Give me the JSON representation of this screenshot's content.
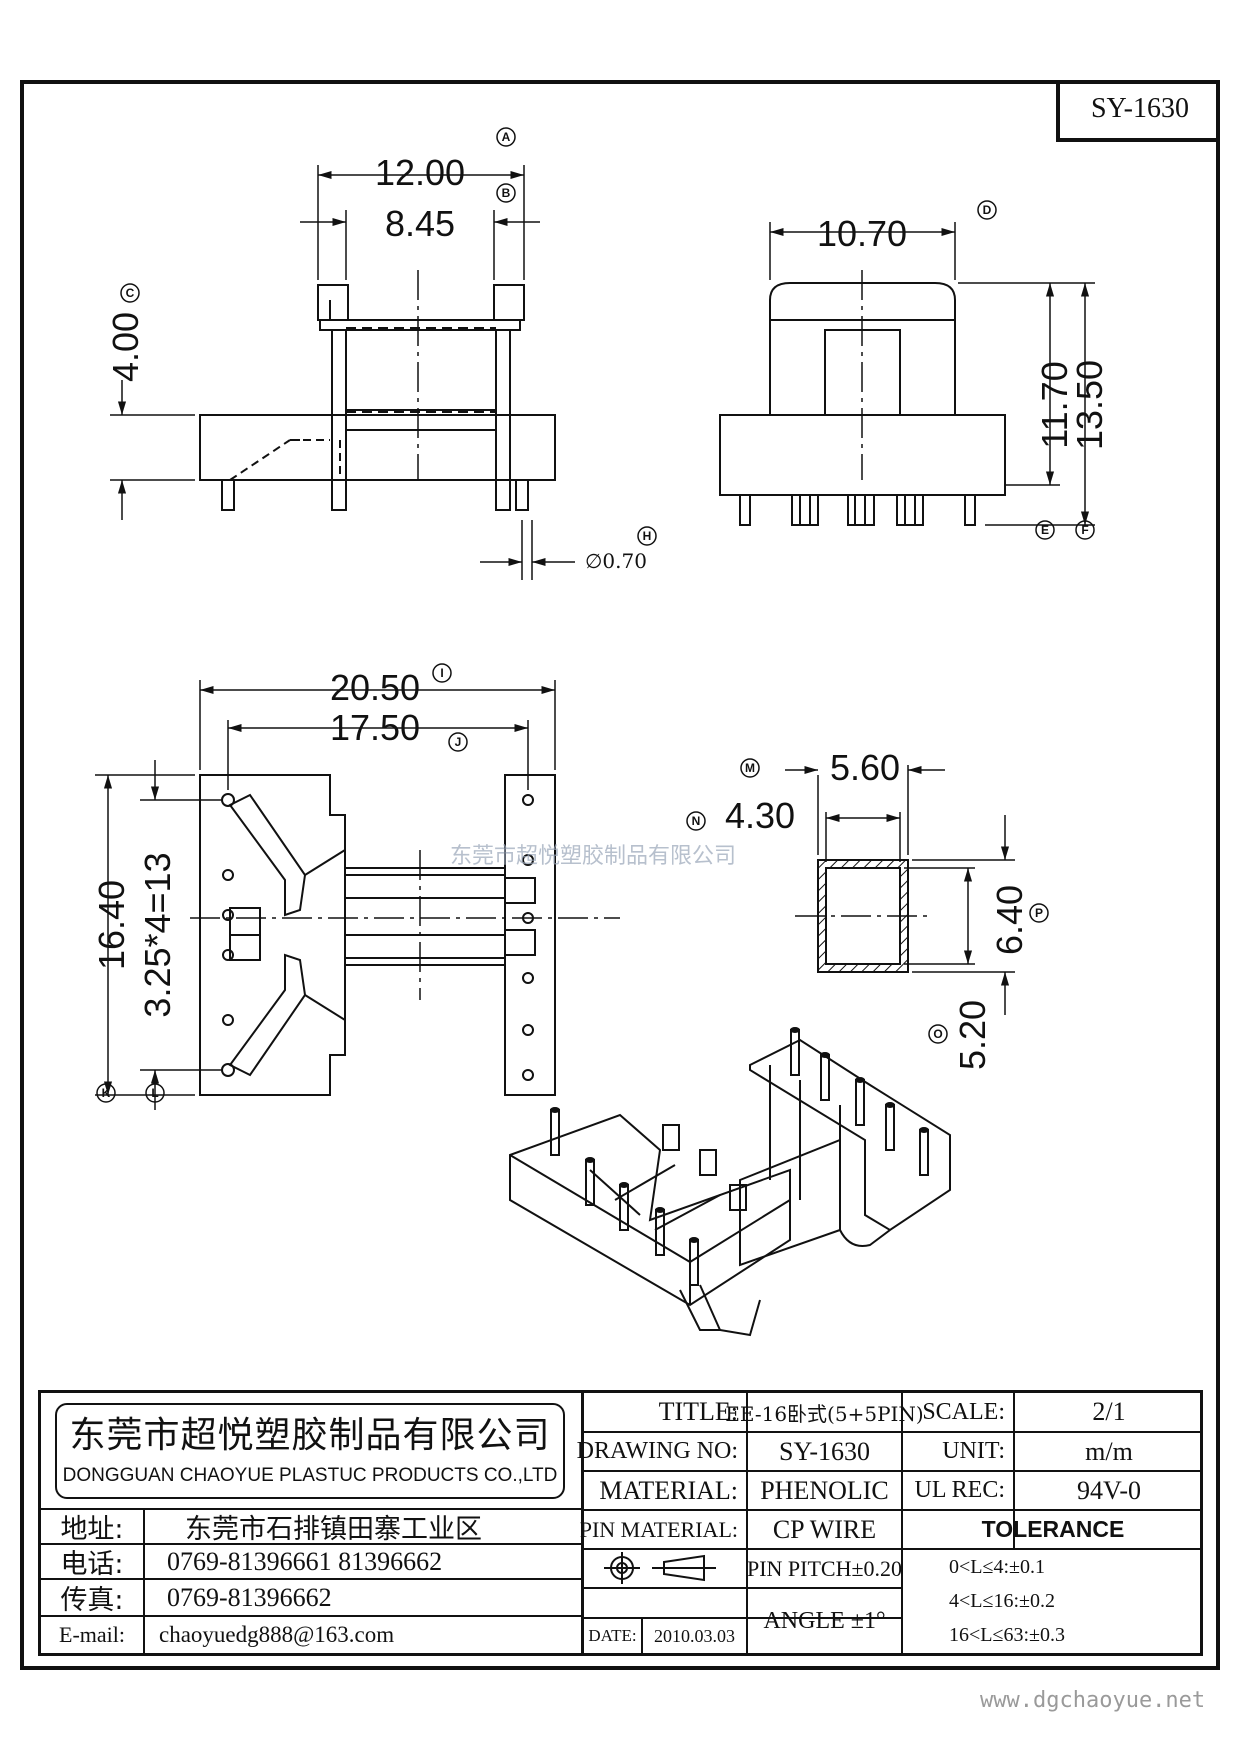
{
  "drawing_number_box": "SY-1630",
  "dimensions": {
    "width_overall": "12.00",
    "width_inner": "8.45",
    "height_left": "4.00",
    "width_side": "10.70",
    "height_inner": "11.70",
    "height_overall": "13.50",
    "pin_dia": "∅0.70",
    "length_overall": "20.50",
    "length_inner": "17.50",
    "width_base": "16.40",
    "pin_spacing": "3.25*4=13",
    "core_outer": "5.60",
    "core_inner": "4.30",
    "core_height_outer": "6.40",
    "core_height_inner": "5.20"
  },
  "markers": [
    "A",
    "B",
    "C",
    "D",
    "E",
    "F",
    "H",
    "I",
    "J",
    "K",
    "L",
    "M",
    "N",
    "O",
    "P"
  ],
  "watermark": "东莞市超悦塑胶制品有限公司",
  "title_block": {
    "company_cn": "东莞市超悦塑胶制品有限公司",
    "company_en": "DONGGUAN CHAOYUE PLASTUC PRODUCTS CO.,LTD",
    "address_label": "地址:",
    "address": "东莞市石排镇田寨工业区",
    "phone_label": "电话:",
    "phone": "0769-81396661   81396662",
    "fax_label": "传真:",
    "fax": "0769-81396662",
    "email_label": "E-mail:",
    "email": "chaoyuedg888@163.com",
    "title_label": "TITLE:",
    "title": "EE-16卧式(5+5PIN)",
    "drawing_no_label": "DRAWING NO:",
    "drawing_no": "SY-1630",
    "material_label": "MATERIAL:",
    "material": "PHENOLIC",
    "pin_material_label": "PIN MATERIAL:",
    "pin_material": "CP WIRE",
    "pin_pitch": "PIN PITCH±0.20",
    "date_label": "DATE:",
    "date": "2010.03.03",
    "angle": "ANGLE  ±1°",
    "scale_label": "SCALE:",
    "scale": "2/1",
    "unit_label": "UNIT:",
    "unit": "m/m",
    "ul_label": "UL REC:",
    "ul": "94V-0",
    "tolerance_label": "TOLERANCE",
    "tol1": "0<L≤4:±0.1",
    "tol2": "4<L≤16:±0.2",
    "tol3": "16<L≤63:±0.3"
  },
  "website": "www.dgchaoyue.net"
}
